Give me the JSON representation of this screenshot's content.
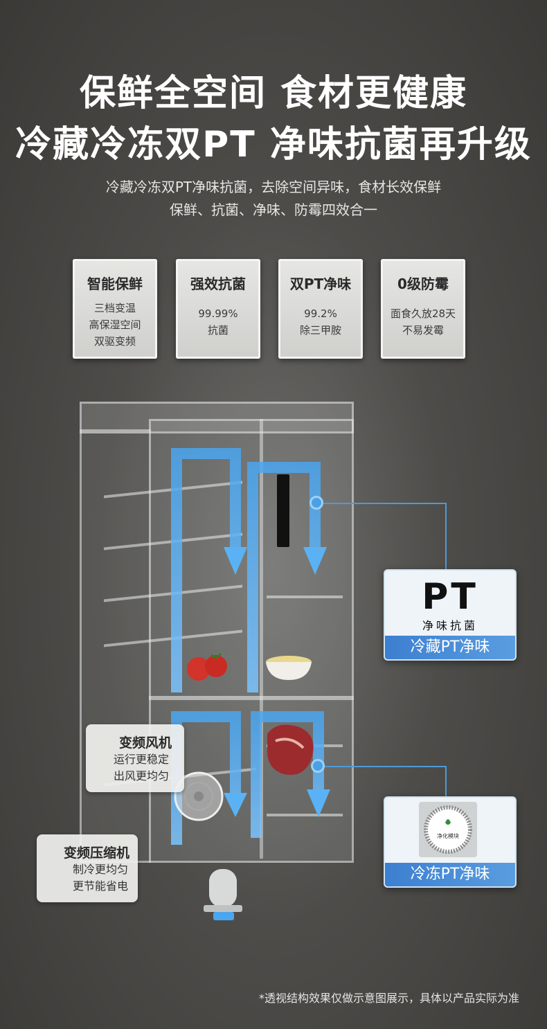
{
  "headline": {
    "line1": "保鲜全空间 食材更健康",
    "line2": "冷藏冷冻双PT 净味抗菌再升级"
  },
  "subtitle": {
    "line1": "冷藏冷冻双PT净味抗菌，去除空间异味，食材长效保鲜",
    "line2": "保鲜、抗菌、净味、防霉四效合一"
  },
  "features": [
    {
      "title": "智能保鲜",
      "lines": [
        "三档变温",
        "高保湿空间",
        "双驱变频"
      ]
    },
    {
      "title": "强效抗菌",
      "lines": [
        "99.99%",
        "抗菌"
      ]
    },
    {
      "title": "双PT净味",
      "lines": [
        "99.2%",
        "除三甲胺"
      ]
    },
    {
      "title": "0级防霉",
      "lines": [
        "面食久放28天",
        "不易发霉"
      ]
    }
  ],
  "callouts": {
    "fridge_pt": {
      "logo": "PT",
      "logo_sub": "净味抗菌",
      "label": "冷藏PT净味"
    },
    "freezer_pt": {
      "badge": "净化模块",
      "label": "冷冻PT净味"
    }
  },
  "tags": {
    "fan": {
      "title": "变频风机",
      "lines": [
        "运行更稳定",
        "出风更均匀"
      ]
    },
    "compressor": {
      "title": "变频压缩机",
      "lines": [
        "制冷更均匀",
        "更节能省电"
      ]
    }
  },
  "disclaimer": "*透视结构效果仅做示意图展示，具体以产品实际为准",
  "colors": {
    "accent_blue": "#4a9be0",
    "label_bar": "#3c7fd0"
  }
}
